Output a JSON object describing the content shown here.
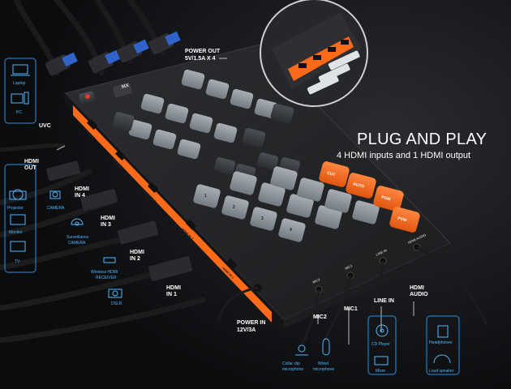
{
  "headline": "PLUG AND PLAY",
  "subline": "4 HDMI inputs and 1 HDMI output",
  "power_out": {
    "title": "POWER OUT",
    "spec": "5V/1.5A X 4"
  },
  "power_in": {
    "title": "POWER IN",
    "spec": "12V/3A"
  },
  "ports": {
    "uvc": "UVC",
    "hdmi_out": [
      "HDMI",
      "OUT"
    ],
    "hdmi_in4": [
      "HDMI",
      "IN 4"
    ],
    "hdmi_in3": [
      "HDMI",
      "IN 3"
    ],
    "hdmi_in2": [
      "HDMI",
      "IN 2"
    ],
    "hdmi_in1": [
      "HDMI",
      "IN 1"
    ],
    "mic2": "MIC2",
    "mic1": "MIC1",
    "line_in": "LINE IN",
    "hdmi_audio": [
      "HDMI",
      "AUDIO"
    ]
  },
  "devices": {
    "laptop": "Laptop",
    "pc": "PC",
    "projector": "Projector",
    "monitor": "Monitor",
    "tv": "TV",
    "camera": "CAMERA",
    "surveillance": [
      "Surveillance",
      "CAMERA"
    ],
    "wireless": [
      "Wireless HDMI",
      "RECEIVER"
    ],
    "dslr": "DSLR",
    "collar_mic": [
      "Collar clip",
      "microphone"
    ],
    "wired_mic": [
      "Wired",
      "microphone"
    ],
    "cd_player": "CD Player",
    "mixer": "Mixer",
    "headphones": "Headphones",
    "loud_speaker": "Loud speaker"
  },
  "device_panel": {
    "brand_badge": "MX",
    "port_labels": [
      "HDMI OUT",
      "HDMI IN 4",
      "HDMI IN 3",
      "HDMI IN 2",
      "HDMI IN 1"
    ],
    "jack_labels": [
      "MIC2",
      "MIC1",
      "LINE IN",
      "HDMI AUDIO"
    ]
  },
  "key_labels": [
    "CUT",
    "AUTO",
    "PGM",
    "PVW",
    "1",
    "2",
    "3",
    "4"
  ],
  "colors": {
    "accent": "#ff6a1a",
    "key_gray": "#8f979f",
    "key_dark": "#3a3d42",
    "outline": "#2f8fe0",
    "body": "#232426"
  }
}
